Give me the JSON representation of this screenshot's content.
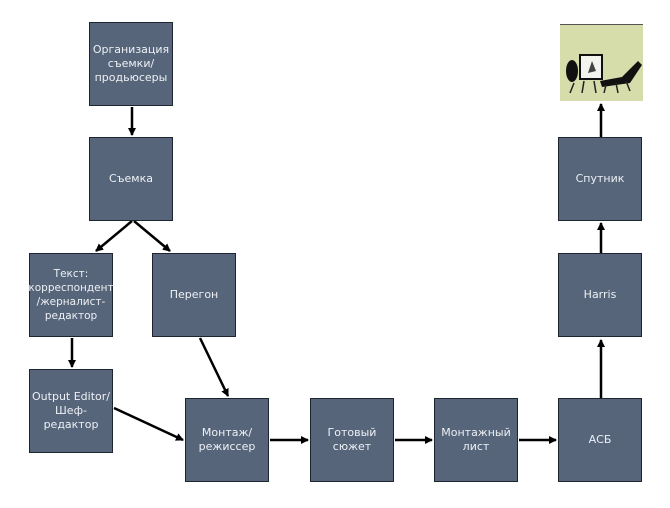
{
  "nodes": {
    "organization": "Организация\nсъемки/\nпродьюсеры",
    "shooting": "Съемка",
    "text": "Текст:\nкорреспондент\n/жерналист-\nредактор",
    "transfer": "Перегон",
    "output_editor": "Output Editor/\nШеф-редактор",
    "editing": "Монтаж/\nрежиссер",
    "ready_story": "Готовый\nсюжет",
    "edit_sheet": "Монтажный\nлист",
    "asb": "АСБ",
    "harris": "Harris",
    "satellite": "Спутник"
  },
  "image": {
    "icon": "tv-broadcast-illustration"
  },
  "colors": {
    "box": "#56657a",
    "box_border": "#1e2530",
    "arrow": "#000000"
  }
}
